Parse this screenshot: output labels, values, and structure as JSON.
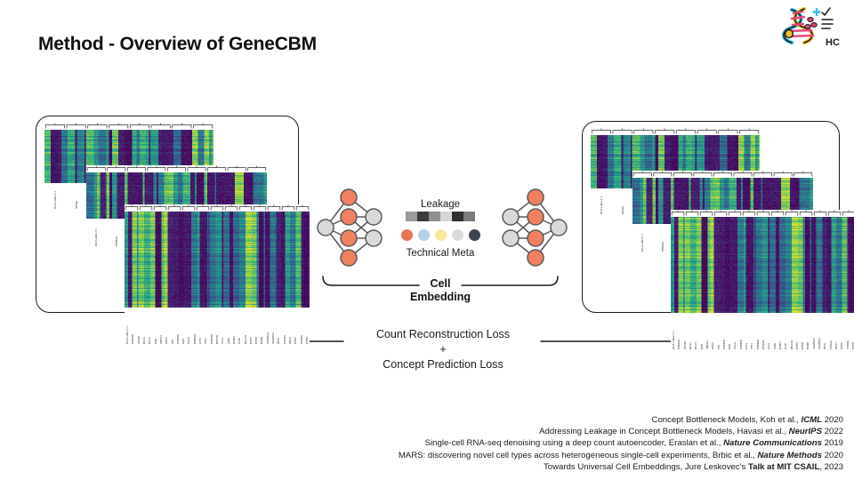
{
  "slide": {
    "title": "Method - Overview of GeneCBM",
    "background_color": "#ffffff"
  },
  "logo": {
    "name": "hc-dna-logo",
    "text": "HC",
    "colors": [
      "#f0c030",
      "#39c0e0",
      "#e8457c",
      "#1b1b1b"
    ]
  },
  "center": {
    "leakage_label": "Leakage",
    "leakage_bar": [
      "#9a9a9a",
      "#3c3c3c",
      "#8f8f8f",
      "#d6d6d6",
      "#2f2f2f",
      "#7c7c7c"
    ],
    "meta_label": "Technical Meta",
    "meta_dots": [
      "#ec7254",
      "#b6cfe6",
      "#f6e79a",
      "#d9dbdd",
      "#3d4450"
    ],
    "cell_embedding_line1": "Cell",
    "cell_embedding_line2": "Embedding"
  },
  "networks": {
    "left": {
      "name": "encoder-network",
      "node_orange": "#ef8060",
      "node_grey": "#d9d9d9",
      "edge_color": "#5a5a5a"
    },
    "right": {
      "name": "decoder-network",
      "node_orange": "#ef8060",
      "node_grey": "#d9d9d9",
      "edge_color": "#5a5a5a"
    }
  },
  "loss": {
    "line1": "Count Reconstruction Loss",
    "line2": "+",
    "line3": "Concept Prediction Loss"
  },
  "panels": {
    "left": {
      "name": "input-expression-heatmaps",
      "heatmaps": [
        {
          "id": "left-hm-1",
          "gene_labels": [
            "RPL31-AXL17.1",
            "RPS26",
            "RPS4Y1",
            "IFI6",
            "IFI44L",
            "IFI27",
            "ISG15",
            "CXCL14"
          ]
        },
        {
          "id": "left-hm-2",
          "gene_labels": [
            "RPL31-AXL17.1",
            "TMSB4X",
            "B2M",
            "IFI6",
            "IFI44L",
            "IFI27",
            "CD74",
            "CXCL14",
            "VWDC2"
          ]
        },
        {
          "id": "left-hm-3",
          "gene_labels": [
            "RPL31-AXL17.1",
            "TMSB4X",
            "RPS26",
            "RPL41",
            "RPL13",
            "B2M",
            "VWDC2",
            "LYPD2",
            "IFI6",
            "TMSB4X",
            "B2M",
            "HLA-A",
            "TMSB4X",
            "CD74",
            "FTH1",
            "TMSB4X",
            "PPP1CB",
            "CCL4",
            "JUND",
            "NUPR1",
            "CD3E",
            "RPL13A",
            "SFTPC",
            "SFTPB",
            "MSMB",
            "SCGB1A1",
            "SCGB3A1",
            "MT1S",
            "S100A2",
            "KRT17",
            "SFTPC",
            "SFTPA2",
            "SFTPB"
          ]
        }
      ]
    },
    "right": {
      "name": "reconstructed-expression-heatmaps",
      "heatmaps": [
        {
          "id": "right-hm-1",
          "gene_labels": [
            "RPL31-AXL17.1",
            "RPS26",
            "RPS4Y1",
            "IFI6",
            "IFI44L",
            "IFI27",
            "ISG15",
            "CXCL14"
          ]
        },
        {
          "id": "right-hm-2",
          "gene_labels": [
            "RPL31-AXL17.1",
            "TMSB4X",
            "B2M",
            "IFI6",
            "IFI44L",
            "IFI27",
            "CD74",
            "CXCL14",
            "VWDC2"
          ]
        },
        {
          "id": "right-hm-3",
          "gene_labels": [
            "RPL31-AXL17.1",
            "TMSB4X",
            "RPS26",
            "RPL41",
            "RPL13",
            "B2M",
            "VWDC2",
            "LYPD2",
            "IFI6",
            "TMSB4X",
            "B2M",
            "HLA-A",
            "TMSB4X",
            "CD74",
            "FTH1",
            "TMSB4X",
            "PPP1CB",
            "CCL4",
            "JUND",
            "NUPR1",
            "CD3E",
            "RPL13A",
            "SFTPC",
            "SFTPB",
            "MSMB",
            "SCGB1A1",
            "SCGB3A1",
            "MT1S",
            "S100A2",
            "KRT17",
            "SFTPC",
            "SFTPA2",
            "SFTPB"
          ]
        }
      ]
    }
  },
  "citations": [
    {
      "pre": "Concept Bottleneck Models, Koh et al., ",
      "venue": "ICML",
      "post": " 2020"
    },
    {
      "pre": "Addressing Leakage in Concept Bottleneck Models, Havasi et al., ",
      "venue": "NeurIPS",
      "post": " 2022"
    },
    {
      "pre": "Single-cell RNA-seq denoising using a deep count autoencoder, Eraslan et al., ",
      "venue": "Nature Communications",
      "post": " 2019"
    },
    {
      "pre": "MARS: discovering novel cell types across heterogeneous single-cell experiments, Brbic et al., ",
      "venue": "Nature Methods",
      "post": " 2020"
    },
    {
      "pre": "Towards Universal Cell Embeddings, Jure Leskovec's ",
      "venue_plain": "Talk at MIT CSAIL",
      "post": ", 2023"
    }
  ]
}
